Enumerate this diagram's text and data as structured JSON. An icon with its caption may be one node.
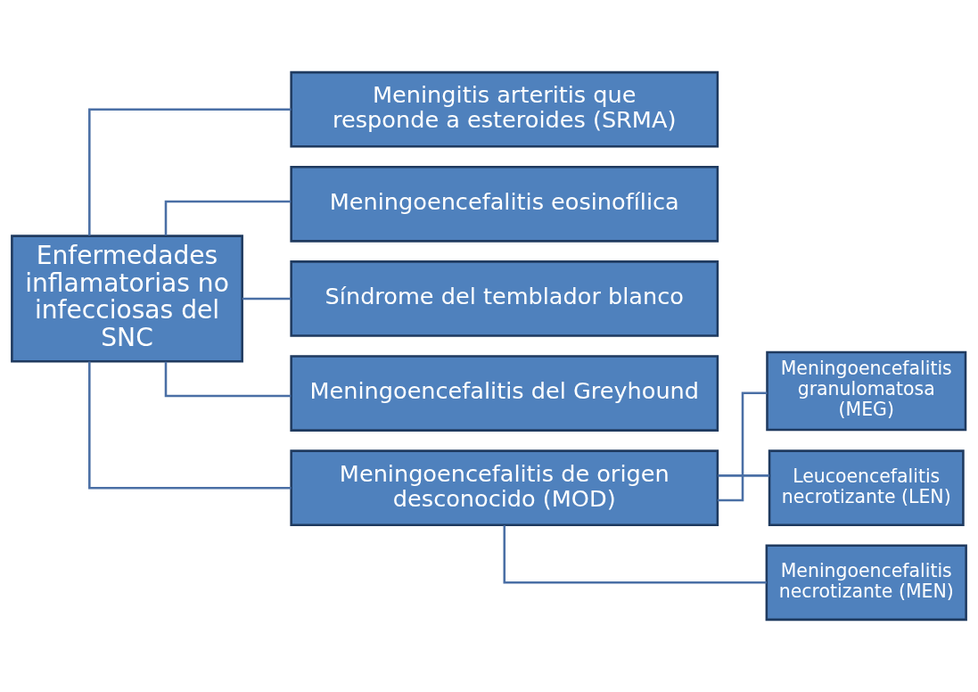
{
  "diagram": {
    "nodes": [
      {
        "text": [
          "Enfermedades inflamatorias no infecciosas del SNC"
        ]
      },
      {
        "text": [
          "Meningitis arteritis que responde a esteroides (SRMA)"
        ]
      },
      {
        "text": [
          "Meningoencefalitis eosinofílica"
        ]
      },
      {
        "text": [
          "Síndrome del temblador blanco"
        ]
      },
      {
        "text": [
          "Meningoencefalitis del Greyhound"
        ]
      },
      {
        "text": [
          "Meningoencefalitis de origen desconocido (MOD)"
        ]
      },
      {
        "text": [
          "Meningoencefalitis granulomatosa (MEG)"
        ]
      },
      {
        "text": [
          "Leucoencefalitis necrotizante (LEN)"
        ]
      },
      {
        "text": [
          "Meningoencefalitis necrotizante (MEN)"
        ]
      }
    ],
    "edges": [
      {
        "from": 0,
        "to": 1,
        "arrow": "none"
      },
      {
        "from": 0,
        "to": 2,
        "arrow": "none"
      },
      {
        "from": 0,
        "to": 3,
        "arrow": "none"
      },
      {
        "from": 0,
        "to": 4,
        "arrow": "none"
      },
      {
        "from": 0,
        "to": 5,
        "arrow": "none"
      },
      {
        "from": 5,
        "to": 6,
        "arrow": "none"
      },
      {
        "from": 5,
        "to": 7,
        "arrow": "none"
      },
      {
        "from": 5,
        "to": 8,
        "arrow": "none"
      }
    ]
  }
}
